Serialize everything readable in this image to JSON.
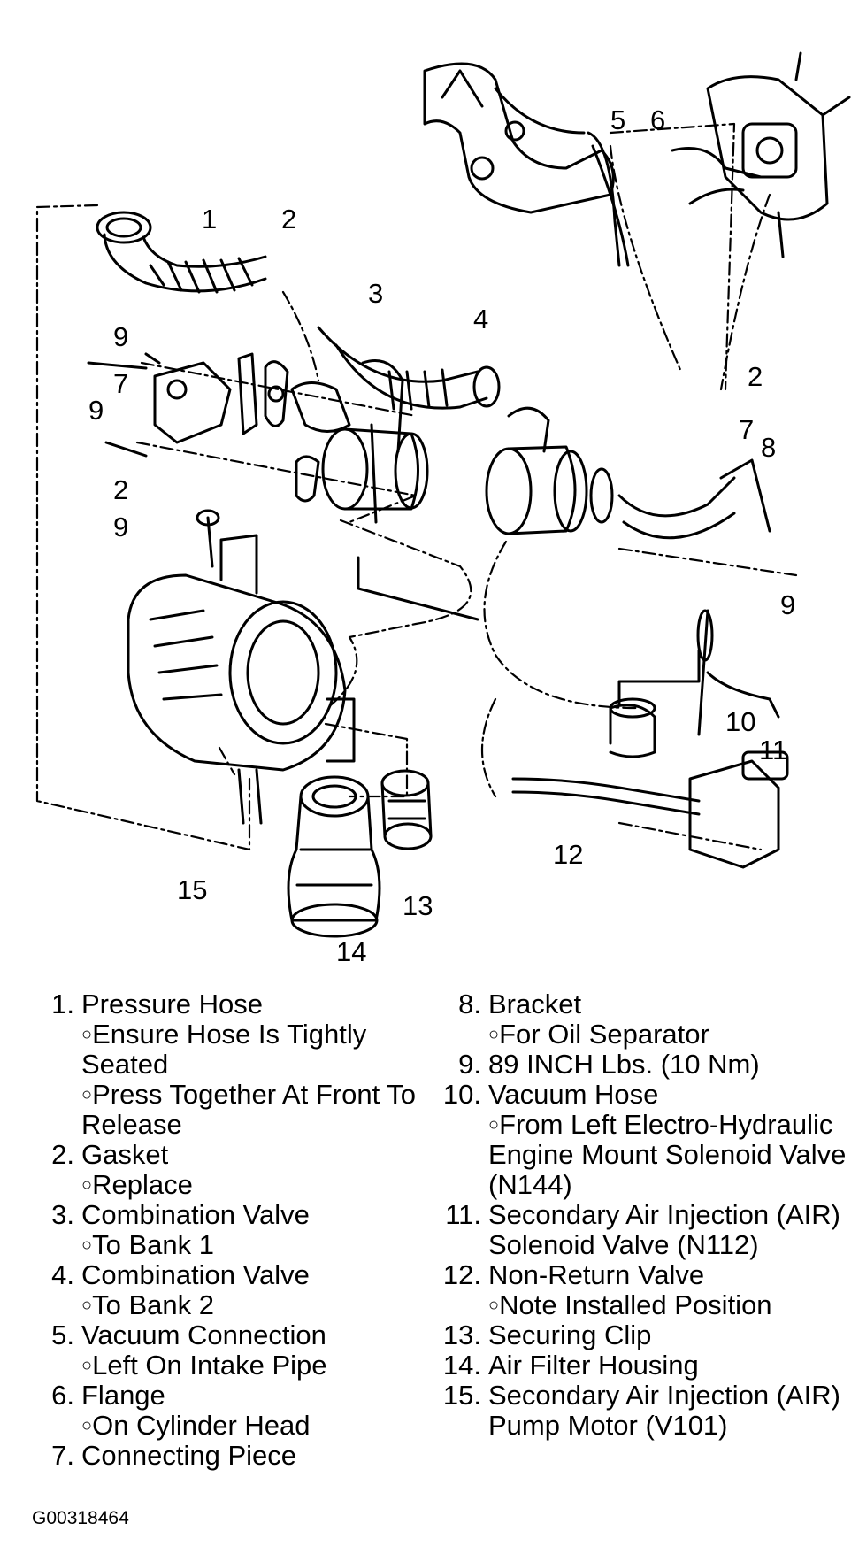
{
  "figure_id": "G00318464",
  "callouts": [
    "1",
    "2",
    "3",
    "4",
    "5",
    "6",
    "2",
    "7",
    "8",
    "9",
    "7",
    "9",
    "2",
    "9",
    "9",
    "10",
    "11",
    "12",
    "13",
    "14",
    "15"
  ],
  "legend": {
    "left": [
      {
        "num": "1.",
        "text": "Pressure Hose",
        "notes": [
          "Ensure Hose Is Tightly Seated",
          "Press Together At Front To Release"
        ]
      },
      {
        "num": "2.",
        "text": "Gasket",
        "notes": [
          "Replace"
        ]
      },
      {
        "num": "3.",
        "text": "Combination Valve",
        "notes": [
          "To Bank 1"
        ]
      },
      {
        "num": "4.",
        "text": "Combination Valve",
        "notes": [
          "To Bank 2"
        ]
      },
      {
        "num": "5.",
        "text": "Vacuum Connection",
        "notes": [
          "Left On Intake Pipe"
        ]
      },
      {
        "num": "6.",
        "text": "Flange",
        "notes": [
          "On Cylinder Head"
        ]
      },
      {
        "num": "7.",
        "text": "Connecting Piece",
        "notes": []
      }
    ],
    "right": [
      {
        "num": "8.",
        "text": "Bracket",
        "notes": [
          "For Oil Separator"
        ]
      },
      {
        "num": "9.",
        "text": "89 INCH Lbs. (10 Nm)",
        "notes": []
      },
      {
        "num": "10.",
        "text": "Vacuum Hose",
        "notes": [
          "From Left Electro-Hydraulic Engine Mount Solenoid Valve (N144)"
        ]
      },
      {
        "num": "11.",
        "text": "Secondary Air Injection (AIR) Solenoid Valve (N112)",
        "notes": []
      },
      {
        "num": "12.",
        "text": "Non-Return Valve",
        "notes": [
          "Note Installed Position"
        ]
      },
      {
        "num": "13.",
        "text": "Securing Clip",
        "notes": []
      },
      {
        "num": "14.",
        "text": "Air Filter Housing",
        "notes": []
      },
      {
        "num": "15.",
        "text": "Secondary Air Injection (AIR) Pump Motor (V101)",
        "notes": []
      }
    ]
  }
}
